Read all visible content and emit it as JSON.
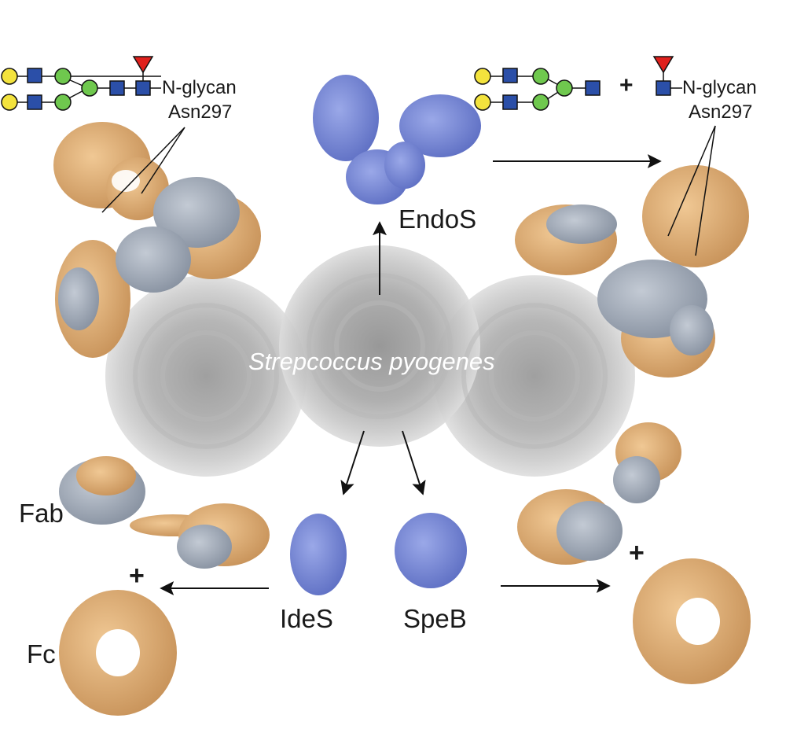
{
  "organism": "Strepcoccus pyogenes",
  "enzymes": {
    "endos": "EndoS",
    "ides": "IdeS",
    "speb": "SpeB"
  },
  "glycan": {
    "left_label": "N-glycan",
    "left_site": "Asn297",
    "right_label": "N-glycan",
    "right_site": "Asn297"
  },
  "fragments": {
    "fab": "Fab",
    "fc": "Fc"
  },
  "operators": {
    "plus_top": "+",
    "plus_left": "+",
    "plus_right": "+"
  },
  "colors": {
    "heavy_chain": "#e2b57c",
    "light_chain": "#a5adba",
    "enzyme": "#7f8fd6",
    "cell": "#bdbdbd",
    "glcnac_square": "#2b4fa8",
    "mannose_circle": "#6fc84e",
    "galactose_circle": "#f3e33d",
    "fucose_triangle": "#e0201c"
  }
}
